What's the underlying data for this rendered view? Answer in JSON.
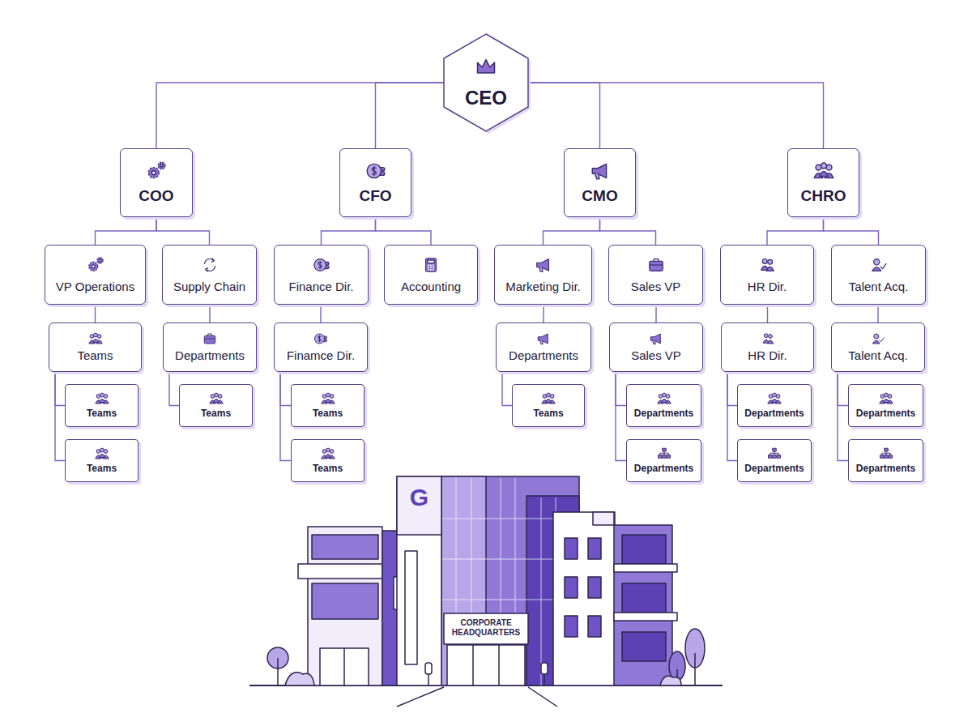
{
  "diagram": {
    "nodes": [
      {
        "text": [
          "CEO"
        ]
      },
      {
        "text": [
          "COO"
        ]
      },
      {
        "text": [
          "CFO"
        ]
      },
      {
        "text": [
          "CMO"
        ]
      },
      {
        "text": [
          "CHRO"
        ]
      },
      {
        "text": [
          "VP Operations"
        ]
      },
      {
        "text": [
          "Supply Chain"
        ]
      },
      {
        "text": [
          "Finance Dir."
        ]
      },
      {
        "text": [
          "Accounting"
        ]
      },
      {
        "text": [
          "Marketing Dir."
        ]
      },
      {
        "text": [
          "Sales VP"
        ]
      },
      {
        "text": [
          "HR Dir."
        ]
      },
      {
        "text": [
          "Talent Acq."
        ]
      },
      {
        "text": [
          "Teams"
        ]
      },
      {
        "text": [
          "Departments"
        ]
      },
      {
        "text": [
          "Finamce Dir."
        ]
      },
      {
        "text": [
          "Departments"
        ]
      },
      {
        "text": [
          "Sales VP"
        ]
      },
      {
        "text": [
          "HR Dir."
        ]
      },
      {
        "text": [
          "Talent Acq."
        ]
      },
      {
        "text": [
          "Teams"
        ]
      },
      {
        "text": [
          "Teams"
        ]
      },
      {
        "text": [
          "Teams"
        ]
      },
      {
        "text": [
          "Teams"
        ]
      },
      {
        "text": [
          "Departments"
        ]
      },
      {
        "text": [
          "Departments"
        ]
      },
      {
        "text": [
          "Departments"
        ]
      },
      {
        "text": [
          "Teams"
        ]
      },
      {
        "text": [
          "Teams"
        ]
      },
      {
        "text": [
          "Departments"
        ]
      },
      {
        "text": [
          "Departments"
        ]
      },
      {
        "text": [
          "Departments"
        ]
      }
    ],
    "edges": [
      {
        "from": 0,
        "to": 1,
        "arrow": "none"
      },
      {
        "from": 0,
        "to": 2,
        "arrow": "none"
      },
      {
        "from": 0,
        "to": 3,
        "arrow": "none"
      },
      {
        "from": 0,
        "to": 4,
        "arrow": "none"
      },
      {
        "from": 1,
        "to": 5,
        "arrow": "none"
      },
      {
        "from": 1,
        "to": 6,
        "arrow": "none"
      },
      {
        "from": 2,
        "to": 7,
        "arrow": "none"
      },
      {
        "from": 2,
        "to": 8,
        "arrow": "none"
      },
      {
        "from": 3,
        "to": 9,
        "arrow": "none"
      },
      {
        "from": 3,
        "to": 10,
        "arrow": "none"
      },
      {
        "from": 4,
        "to": 11,
        "arrow": "none"
      },
      {
        "from": 4,
        "to": 12,
        "arrow": "none"
      },
      {
        "from": 5,
        "to": 13,
        "arrow": "none"
      },
      {
        "from": 6,
        "to": 14,
        "arrow": "none"
      },
      {
        "from": 7,
        "to": 15,
        "arrow": "none"
      },
      {
        "from": 9,
        "to": 16,
        "arrow": "none"
      },
      {
        "from": 10,
        "to": 17,
        "arrow": "none"
      },
      {
        "from": 11,
        "to": 18,
        "arrow": "none"
      },
      {
        "from": 12,
        "to": 19,
        "arrow": "none"
      },
      {
        "from": 13,
        "to": 20,
        "arrow": "none"
      },
      {
        "from": 13,
        "to": 27,
        "arrow": "none"
      },
      {
        "from": 14,
        "to": 21,
        "arrow": "none"
      },
      {
        "from": 15,
        "to": 22,
        "arrow": "none"
      },
      {
        "from": 15,
        "to": 28,
        "arrow": "none"
      },
      {
        "from": 16,
        "to": 23,
        "arrow": "none"
      },
      {
        "from": 17,
        "to": 24,
        "arrow": "none"
      },
      {
        "from": 17,
        "to": 29,
        "arrow": "none"
      },
      {
        "from": 18,
        "to": 25,
        "arrow": "none"
      },
      {
        "from": 18,
        "to": 30,
        "arrow": "none"
      },
      {
        "from": 19,
        "to": 26,
        "arrow": "none"
      },
      {
        "from": 19,
        "to": 31,
        "arrow": "none"
      }
    ],
    "labels": [
      "G",
      "CORPORATE HEADQUARTERS"
    ]
  }
}
